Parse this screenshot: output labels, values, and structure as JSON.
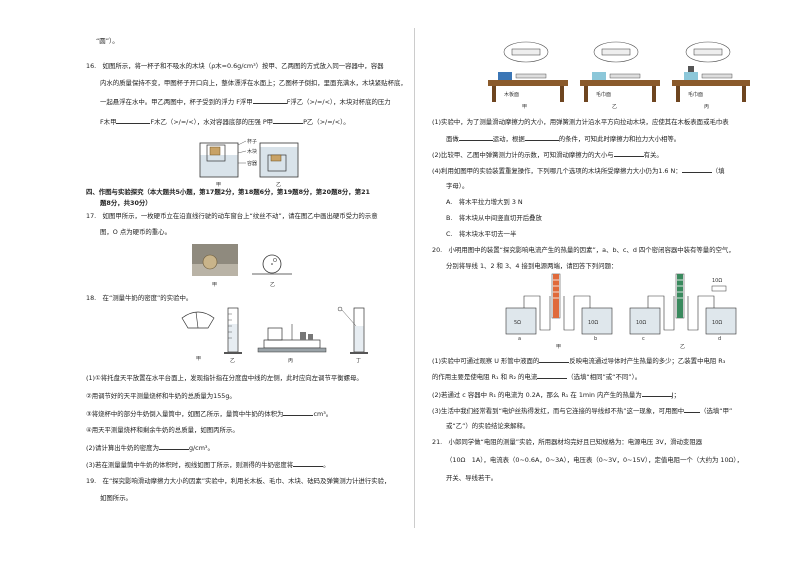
{
  "left": {
    "l_prev": "“圆”）。",
    "q16": {
      "l1": "16.　如图所示，将一杯子和不吸水的木块（ρ木=0.6g/cm³）按甲、乙两图的方式放入同一容器中，容器",
      "l2": "内水的质量保持不变，甲图杯子开口向上，整体漂浮在水面上；乙图杯子倒扣，里面充满水，木块紧贴杯底，",
      "l3": "一起悬浮在水中。甲乙两图中，杯子受到的浮力 F浮甲",
      "l3b": "F浮乙（>/=/<），木块对杯底的压力",
      "l4": "F木甲",
      "l4b": "F木乙（>/=/<），水对容器底部的压强 P甲",
      "l4c": "P乙（>/=/<）。",
      "fig_cup": "杯子",
      "fig_wood": "木块",
      "fig_box": "容器",
      "fig_a": "甲",
      "fig_b": "乙"
    },
    "sec4": "四、作图与实验探究（本大题共5小题，第17题2分，第18题6分，第19题8分，第20题8分，第21",
    "sec4b": "题8分，共30分）",
    "q17": {
      "l1": "17.　如图甲所示，一枚硬币立在沿直线行驶的动车窗台上“纹丝不动”，请在图乙中画出硬币受力的示意",
      "l2": "图，O 点为硬币的重心。",
      "fig_a": "甲",
      "fig_b": "乙",
      "fig_o": "O"
    },
    "q18": {
      "l1": "18.　在“测量牛奶的密度”的实验中。",
      "fig_a": "甲",
      "fig_b": "乙",
      "fig_c": "丙",
      "fig_d": "丁",
      "s1": "(1)①将托盘天平放置在水平台面上，发现指针指在分度盘中线的左侧，此时应向左调节平衡螺母。",
      "s2": "②用调节好的天平测量烧杯和牛奶的总质量为155g。",
      "s3": "③将烧杯中的部分牛奶倒入量筒中，如图乙所示，量筒中牛奶的体积为",
      "s3b": "cm³。",
      "s4": "④用天平测量烧杯和剩余牛奶的总质量，如图丙所示。",
      "s5": "(2)请计算出牛奶的密度为",
      "s5b": "g/cm³。",
      "s6": "(3)若在测量量筒中牛奶的体积时，视线如图丁所示，则测得的牛奶密度将",
      "s6b": "。"
    },
    "q19": {
      "l1": "19.　在“探究影响滑动摩擦力大小的因素”实验中，利用长木板、毛巾、木块、砝码及弹簧测力计进行实验，",
      "l2": "如图所示。"
    }
  },
  "right": {
    "fig19": {
      "a": "甲",
      "b": "乙",
      "c": "丙",
      "la": "木板面",
      "lb": "毛巾面",
      "lc": "毛巾面"
    },
    "q19s": {
      "s1": "(1)实验中，为了测量滑动摩擦力的大小，用弹簧测力计沿水平方向拉动木块，应使其在木板表面或毛巾表",
      "s1b": "面做",
      "s1c": "运动，根据",
      "s1d": "的条件，可知此时摩擦力和拉力大小相等。",
      "s2": "(2)比较甲、乙图中弹簧测力计的示数，可知滑动摩擦力的大小与",
      "s2b": "有关。",
      "s3": "(4)利用如图甲的实验装置重复操作，下列哪几个选项的木块所受摩擦力大小仍为1.6 N：",
      "s3b": "（填",
      "s3c": "字母）。",
      "oa": "A.　将木平拉力增大到 3 N",
      "ob": "B.　将木块从中间竖直切开后叠放",
      "oc": "C.　将木块水平切去一半"
    },
    "q20": {
      "l1": "20.　小明用图中的装置“探究影响电流产生的热量的因素”，a、b、c、d 四个密闭容器中装有等量的空气，",
      "l2": "分别将导线 1、2 和 3、4 接到电源两端，请回答下列问题：",
      "ra": "5Ω",
      "rb": "10Ω",
      "rc": "10Ω",
      "rd": "10Ω",
      "rtop": "10Ω",
      "a": "a",
      "b": "b",
      "c": "c",
      "d": "d",
      "fa": "甲",
      "fb": "乙",
      "s1": "(1)实验中可通过观察 U 形管中液面的",
      "s1b": "反映电流通过导体时产生热量的多少；乙装置中电阻 R₃",
      "s2": "的作用主要是使电阻 R₁ 和 R₂ 的电流",
      "s2b": "（选填“相同”或“不同”）。",
      "s3": "(2)若通过 c 容器中 R₁ 的电流为 0.2A，那么 R₁ 在 1min 内产生的热量为",
      "s3b": "J；",
      "s4": "(3)生活中我们经常看到“电炉丝热得发红，而与它连接的导线却不热”这一现象，可用图中",
      "s4b": "（选填“甲”",
      "s5": "或“乙”）的实验结论来解释。"
    },
    "q21": {
      "l1": "21.　小郎同学做“电阻的测量”实验，所用器材均完好且已知规格为：电源电压 3V，滑动变阻器",
      "l2": "（10Ω　1A），电流表（0~0.6A，0~3A），电压表（0~3V，0~15V），定值电阻一个（大约为 10Ω），",
      "l3": "开关、导线若干。"
    }
  }
}
